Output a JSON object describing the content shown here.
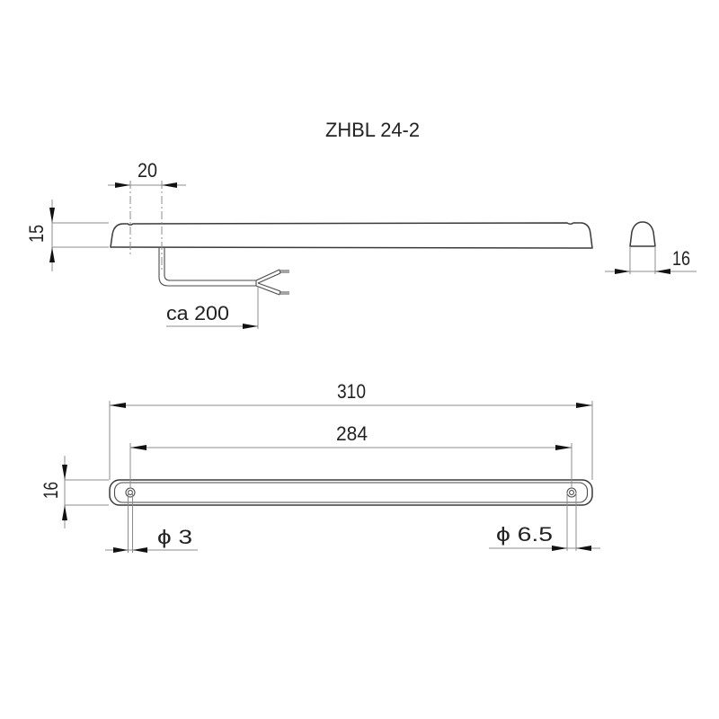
{
  "title": "ZHBL 24-2",
  "side_view": {
    "dim_top_offset": "20",
    "dim_height": "15",
    "dim_cable_length": "ca 200"
  },
  "end_view": {
    "dim_width": "16"
  },
  "plan_view": {
    "dim_overall_length": "310",
    "dim_hole_spacing": "284",
    "dim_height": "16",
    "dim_hole_small": "ϕ 3",
    "dim_hole_large": "ϕ 6.5"
  },
  "colors": {
    "background": "#ffffff",
    "outline": "#3a3a3a",
    "dimension_line": "#8c8c8c",
    "arrowhead": "#111111",
    "text": "#222222"
  }
}
